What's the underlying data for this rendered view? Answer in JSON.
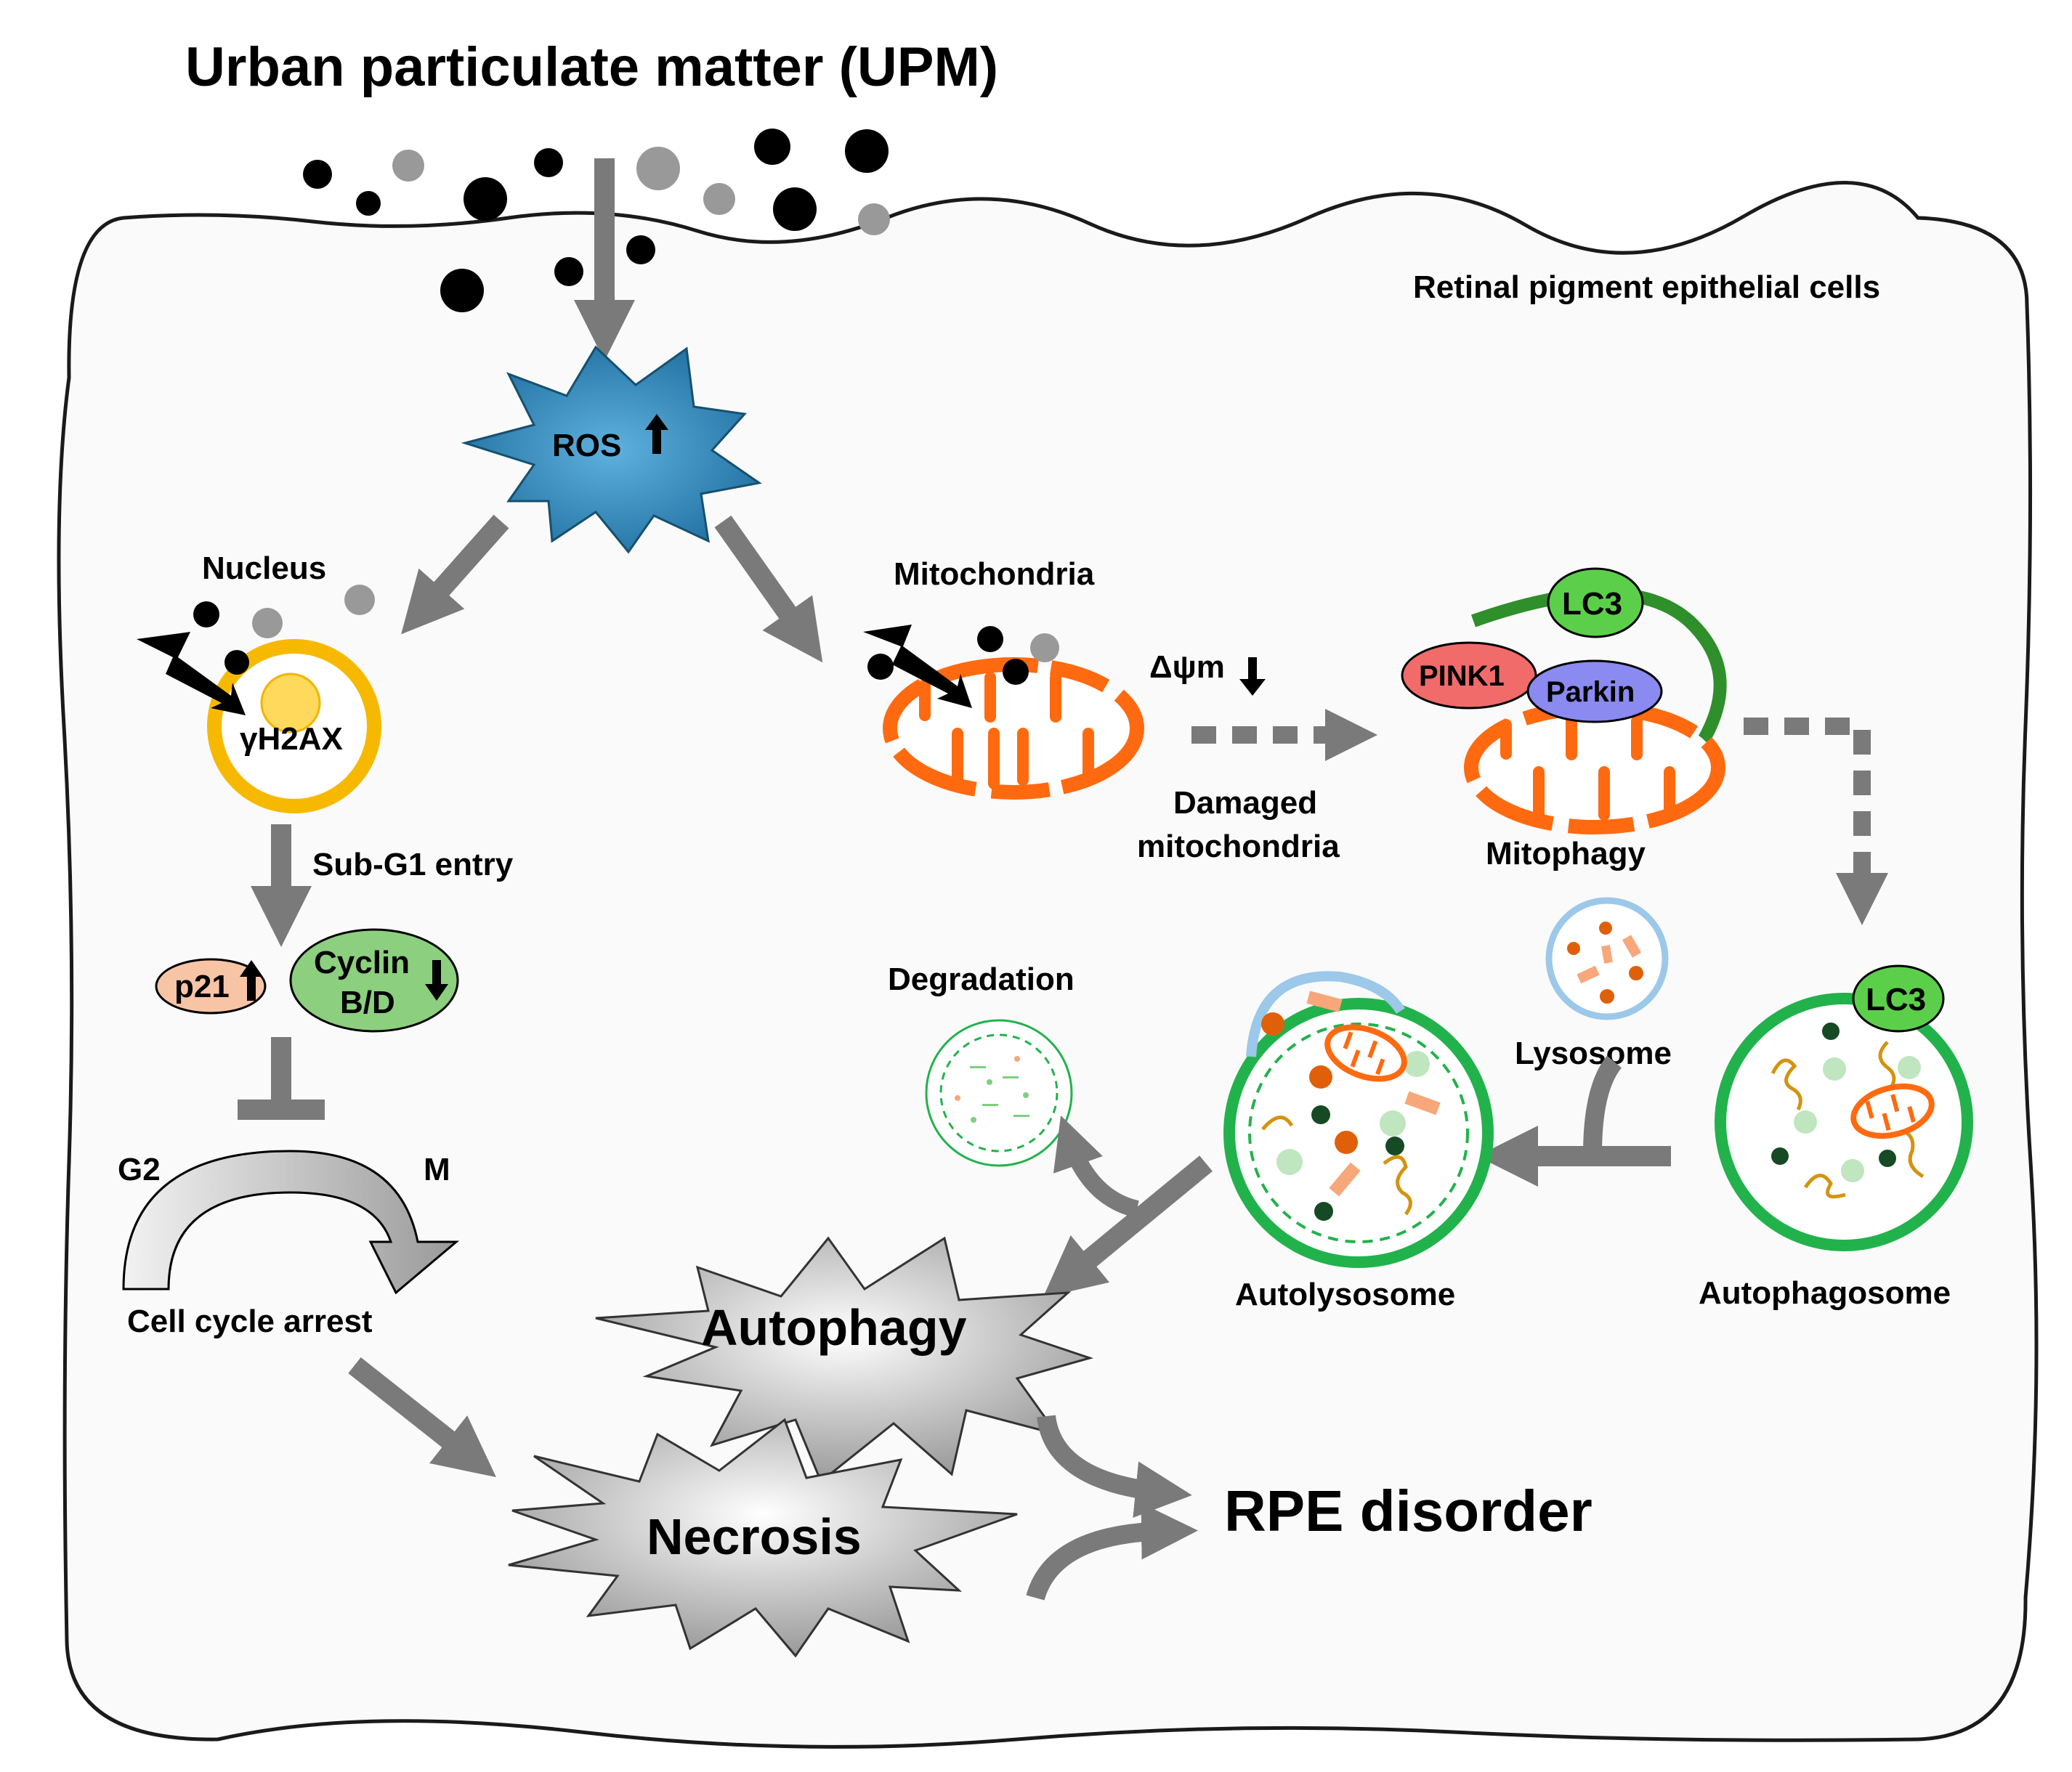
{
  "title": "Urban particulate matter (UPM)",
  "cell_label": "Retinal pigment epithelial cells",
  "ros": "ROS",
  "nucleus": {
    "label": "Nucleus",
    "marker": "γH2AX"
  },
  "sub_g1": "Sub-G1 entry",
  "p21": "p21",
  "cyclin": {
    "line1": "Cyclin",
    "line2": "B/D"
  },
  "cycle": {
    "g2": "G2",
    "m": "M",
    "arrest": "Cell cycle arrest"
  },
  "mito": {
    "label": "Mitochondria",
    "potential": "Δψm",
    "damaged_line1": "Damaged",
    "damaged_line2": "mitochondria"
  },
  "mitophagy": {
    "label": "Mitophagy",
    "lc3": "LC3",
    "pink1": "PINK1",
    "parkin": "Parkin"
  },
  "lysosome": "Lysosome",
  "autophagosome": {
    "label": "Autophagosome",
    "lc3": "LC3"
  },
  "autolysosome": "Autolysosome",
  "degradation": "Degradation",
  "autophagy": "Autophagy",
  "necrosis": "Necrosis",
  "rpe_disorder": "RPE disorder",
  "icons": [
    "particle-dot",
    "lightning-icon",
    "up-arrow-icon",
    "down-arrow-icon",
    "inhibition-icon",
    "burst-star-icon"
  ],
  "colors": {
    "arrow": "#7a7a7a",
    "ros": "#2a7fb3",
    "nucleus": "#f5b800",
    "mito": "#ff6a10",
    "lc3": "#5ccf4a",
    "pink1": "#f26b6b",
    "parkin": "#8a8af0",
    "membrane": "#22b24c",
    "lysosome": "#9cc8ea",
    "p21": "#f8c4a6",
    "cyclin": "#8ccf7e"
  }
}
